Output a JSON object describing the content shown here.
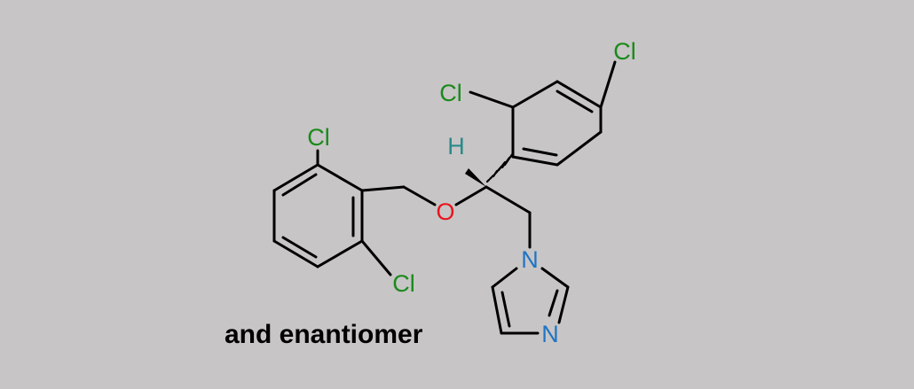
{
  "caption": "and enantiomer",
  "atoms": {
    "cl_top_right": "Cl",
    "cl_upper_aryl": "Cl",
    "cl_left_top": "Cl",
    "cl_left_bottom": "Cl",
    "hydrogen": "H",
    "oxygen": "O",
    "nitrogen_1": "N",
    "nitrogen_3": "N"
  },
  "colors": {
    "background": "#c7c5c6",
    "bond": "#000000",
    "chlorine": "#1a8a1a",
    "oxygen": "#e8141c",
    "nitrogen": "#1f74c4",
    "hydrogen": "#2a8a8a",
    "caption": "#000000"
  }
}
